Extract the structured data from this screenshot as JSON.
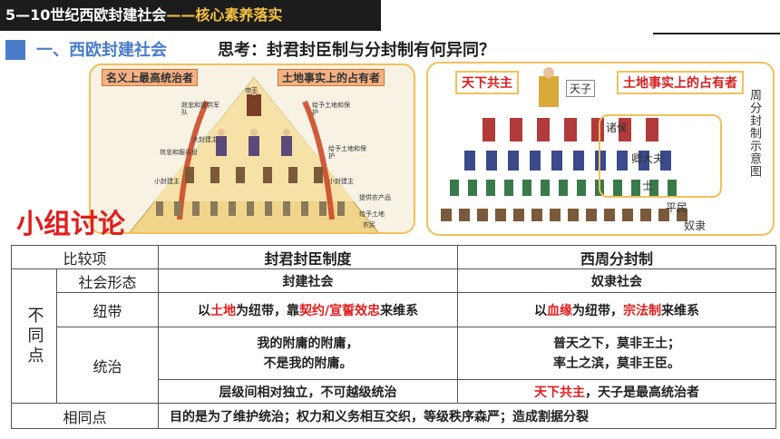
{
  "header": {
    "title_main": "5—10世纪西欧封建社会",
    "title_accent": "——核心素养落实"
  },
  "section": {
    "title": "一、西欧封建社会",
    "question": "思考：封君封臣制与分封制有何异同？"
  },
  "left_image": {
    "label_nominal": "名义上最高统治者",
    "label_actual": "土地事实上的占有者",
    "nodes": [
      "帝王",
      "效忠和提供军队",
      "大封建主",
      "给予土地和保护",
      "效忠和服兵役",
      "给予土地和保护",
      "小封建主",
      "小封建主",
      "提供农产品",
      "给予土地",
      "农民"
    ]
  },
  "right_image": {
    "label_heaven": "天下共主",
    "label_actual": "土地事实上的占有者",
    "tianzi": "天子",
    "vertical_title": "周分封制示意图",
    "zhuhou": "诸侯",
    "qingdafu": "卿大夫",
    "shi": "士",
    "pingmin": "平民",
    "nuli": "奴隶"
  },
  "discussion_label": "小组讨论",
  "table": {
    "header": [
      "比较项",
      "封君封臣制度",
      "西周分封制"
    ],
    "diff_label": "不同点",
    "rows": {
      "social_form": {
        "label": "社会形态",
        "feudal": "封建社会",
        "zhou": "奴隶社会"
      },
      "bond": {
        "label": "纽带",
        "feudal": {
          "p1": "以",
          "p2": "土地",
          "p3": "为纽带，靠",
          "p4": "契约/宣誓效忠",
          "p5": "来维系"
        },
        "zhou": {
          "p1": "以",
          "p2": "血缘",
          "p3": "为纽带，",
          "p4": "宗法制",
          "p5": "来维系"
        }
      },
      "rule": {
        "label": "统治",
        "feudal_line1": "我的附庸的附庸，",
        "feudal_line2": "不是我的附庸。",
        "zhou_line1": "普天之下，莫非王土；",
        "zhou_line2": "率土之滨，莫非王臣。",
        "feudal_note": "层级间相对独立，不可越级统治",
        "zhou_note_red": "天下共主",
        "zhou_note_rest": "，天子是最高统治者"
      },
      "same": {
        "label": "相同点",
        "text": "目的是为了维护统治；权力和义务相互交织，等级秩序森严；造成割据分裂"
      }
    }
  },
  "colors": {
    "accent_blue": "#4a7cc9",
    "highlight_red": "#e01e1e",
    "frame_gold": "#f2c15a"
  }
}
